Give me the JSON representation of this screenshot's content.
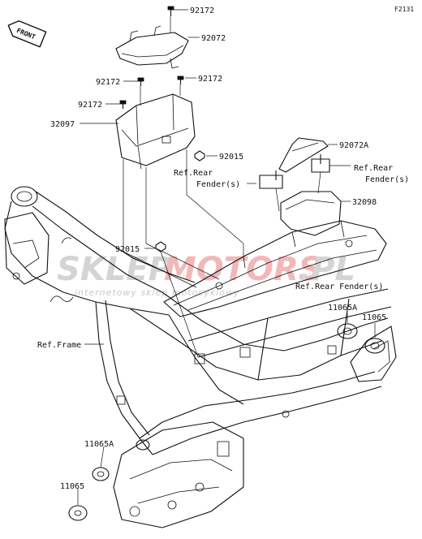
{
  "diagram_code": "F2131",
  "front_badge": "FRONT",
  "watermark": {
    "part1": "SKLEP",
    "part2": "MOTORS",
    "part3": ".PL",
    "tagline": "internetowy sklep motocyklowy"
  },
  "labels": {
    "p92172_top": "92172",
    "p92072": "92072",
    "p92172_left": "92172",
    "p92172_right": "92172",
    "p92172_lower": "92172",
    "p32097": "32097",
    "p92015_upper": "92015",
    "ref_rear_fender_1_line1": "Ref.Rear",
    "ref_rear_fender_1_line2": "Fender(s)",
    "p92072A": "92072A",
    "ref_rear_fender_2_line1": "Ref.Rear",
    "ref_rear_fender_2_line2": "Fender(s)",
    "p32098": "32098",
    "p92015_lower": "92015",
    "ref_rear_fender_3": "Ref.Rear Fender(s)",
    "p11065A_right": "11065A",
    "p11065_right": "11065",
    "ref_frame": "Ref.Frame",
    "p11065A_left": "11065A",
    "p11065_left": "11065"
  }
}
